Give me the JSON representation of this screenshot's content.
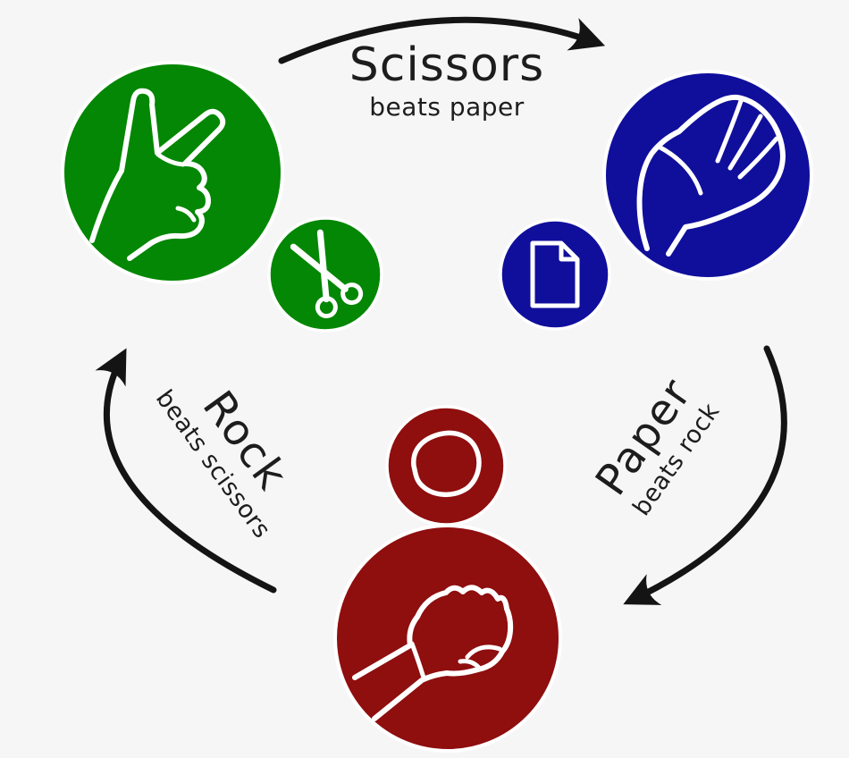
{
  "edges": [
    {
      "label": "Scissors",
      "sublabel": "beats paper",
      "from": "scissors",
      "to": "paper"
    },
    {
      "label": "Paper",
      "sublabel": "beats rock",
      "from": "paper",
      "to": "rock"
    },
    {
      "label": "Rock",
      "sublabel": "beats scissors",
      "from": "rock",
      "to": "scissors"
    }
  ],
  "nodes": [
    {
      "id": "scissors",
      "gesture": "v-sign-hand",
      "badge": "scissors-tool",
      "color": "#048704"
    },
    {
      "id": "paper",
      "gesture": "flat-hand",
      "badge": "paper-sheet",
      "color": "#100f9c"
    },
    {
      "id": "rock",
      "gesture": "fist",
      "badge": "stone",
      "color": "#8f0e0e"
    }
  ],
  "colors": {
    "background": "#f6f6f6",
    "arrow": "#141414",
    "text": "#1d1d1d",
    "stroke": "#ffffff"
  }
}
